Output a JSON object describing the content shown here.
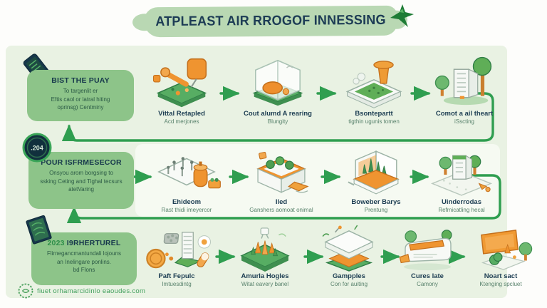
{
  "title": {
    "text": "ATPLEAST AIR RROGOF INNESSING"
  },
  "colors": {
    "accent_green": "#2f9e50",
    "panel_green": "#e9f2e3",
    "box_green": "#8dc489",
    "navy": "#1c3d52",
    "orange": "#ef9430"
  },
  "left_column": {
    "boxes": [
      {
        "icon": "phone-icon",
        "heading": "BIST THE PUAY",
        "lines": [
          "To targenlit er",
          "Eftis caol or latral hiting",
          "oprinsg) Centminy"
        ]
      },
      {
        "icon": "badge-204-icon",
        "badge": ".204",
        "heading": "POUR ISFRMESECOR",
        "lines": [
          "Onsyou arom borgsing to",
          "ssking Ceting and Tighal tecsurs",
          "atetVaring"
        ]
      },
      {
        "icon": "book-icon",
        "heading_accent": "2023",
        "heading": "I9RHERTUREL",
        "lines": [
          "Flirnegancmantundali lojouns",
          "an Inelingare ponlins.",
          "bd Flons"
        ]
      }
    ]
  },
  "rows": [
    {
      "name": "top-row",
      "steps": [
        {
          "icon": "robot-arm-icon",
          "name": "Vittal Retapled",
          "desc": "Acd merjones"
        },
        {
          "icon": "glass-case-icon",
          "name": "Cout alumd A rearing",
          "desc": "Blungity"
        },
        {
          "icon": "stamp-tray-icon",
          "name": "Bsontepartt",
          "desc": "tigthin ugunis tomen"
        },
        {
          "icon": "building-trees-icon",
          "name": "Comot a ail theart",
          "desc": "iSscting"
        }
      ]
    },
    {
      "name": "middle-row",
      "steps": [
        {
          "icon": "pin-board-tank-icon",
          "name": "Ehideom",
          "desc": "Rast thidi imeyercor"
        },
        {
          "icon": "planter-box-icon",
          "name": "Iled",
          "desc": "Ganshers aomoat onimal"
        },
        {
          "icon": "plant-printer-icon",
          "name": "Boweber Barys",
          "desc": "Prentung"
        },
        {
          "icon": "building-mat-icon",
          "name": "Uinderrodas",
          "desc": "Refmicatling hecal"
        }
      ]
    },
    {
      "name": "bottom-row",
      "steps": [
        {
          "icon": "coin-tower-icon",
          "name": "Paft Fepulc",
          "desc": "Imtuesdintg"
        },
        {
          "icon": "crops-platform-icon",
          "name": "Amurla Hogles",
          "desc": "Witat eavery banel"
        },
        {
          "icon": "press-stack-icon",
          "name": "Gampples",
          "desc": "Con for auiting"
        },
        {
          "icon": "sled-machine-icon",
          "name": "Cures late",
          "desc": "Camony"
        },
        {
          "icon": "billboard-icon",
          "name": "Noart sact",
          "desc": "Ktenging spcluet"
        }
      ]
    }
  ],
  "footer": {
    "logo": "wreath-logo-icon",
    "url": "fiuet orhamarcidinlo eaoudes.com"
  },
  "decorations": {
    "bird": "bird-icon"
  }
}
